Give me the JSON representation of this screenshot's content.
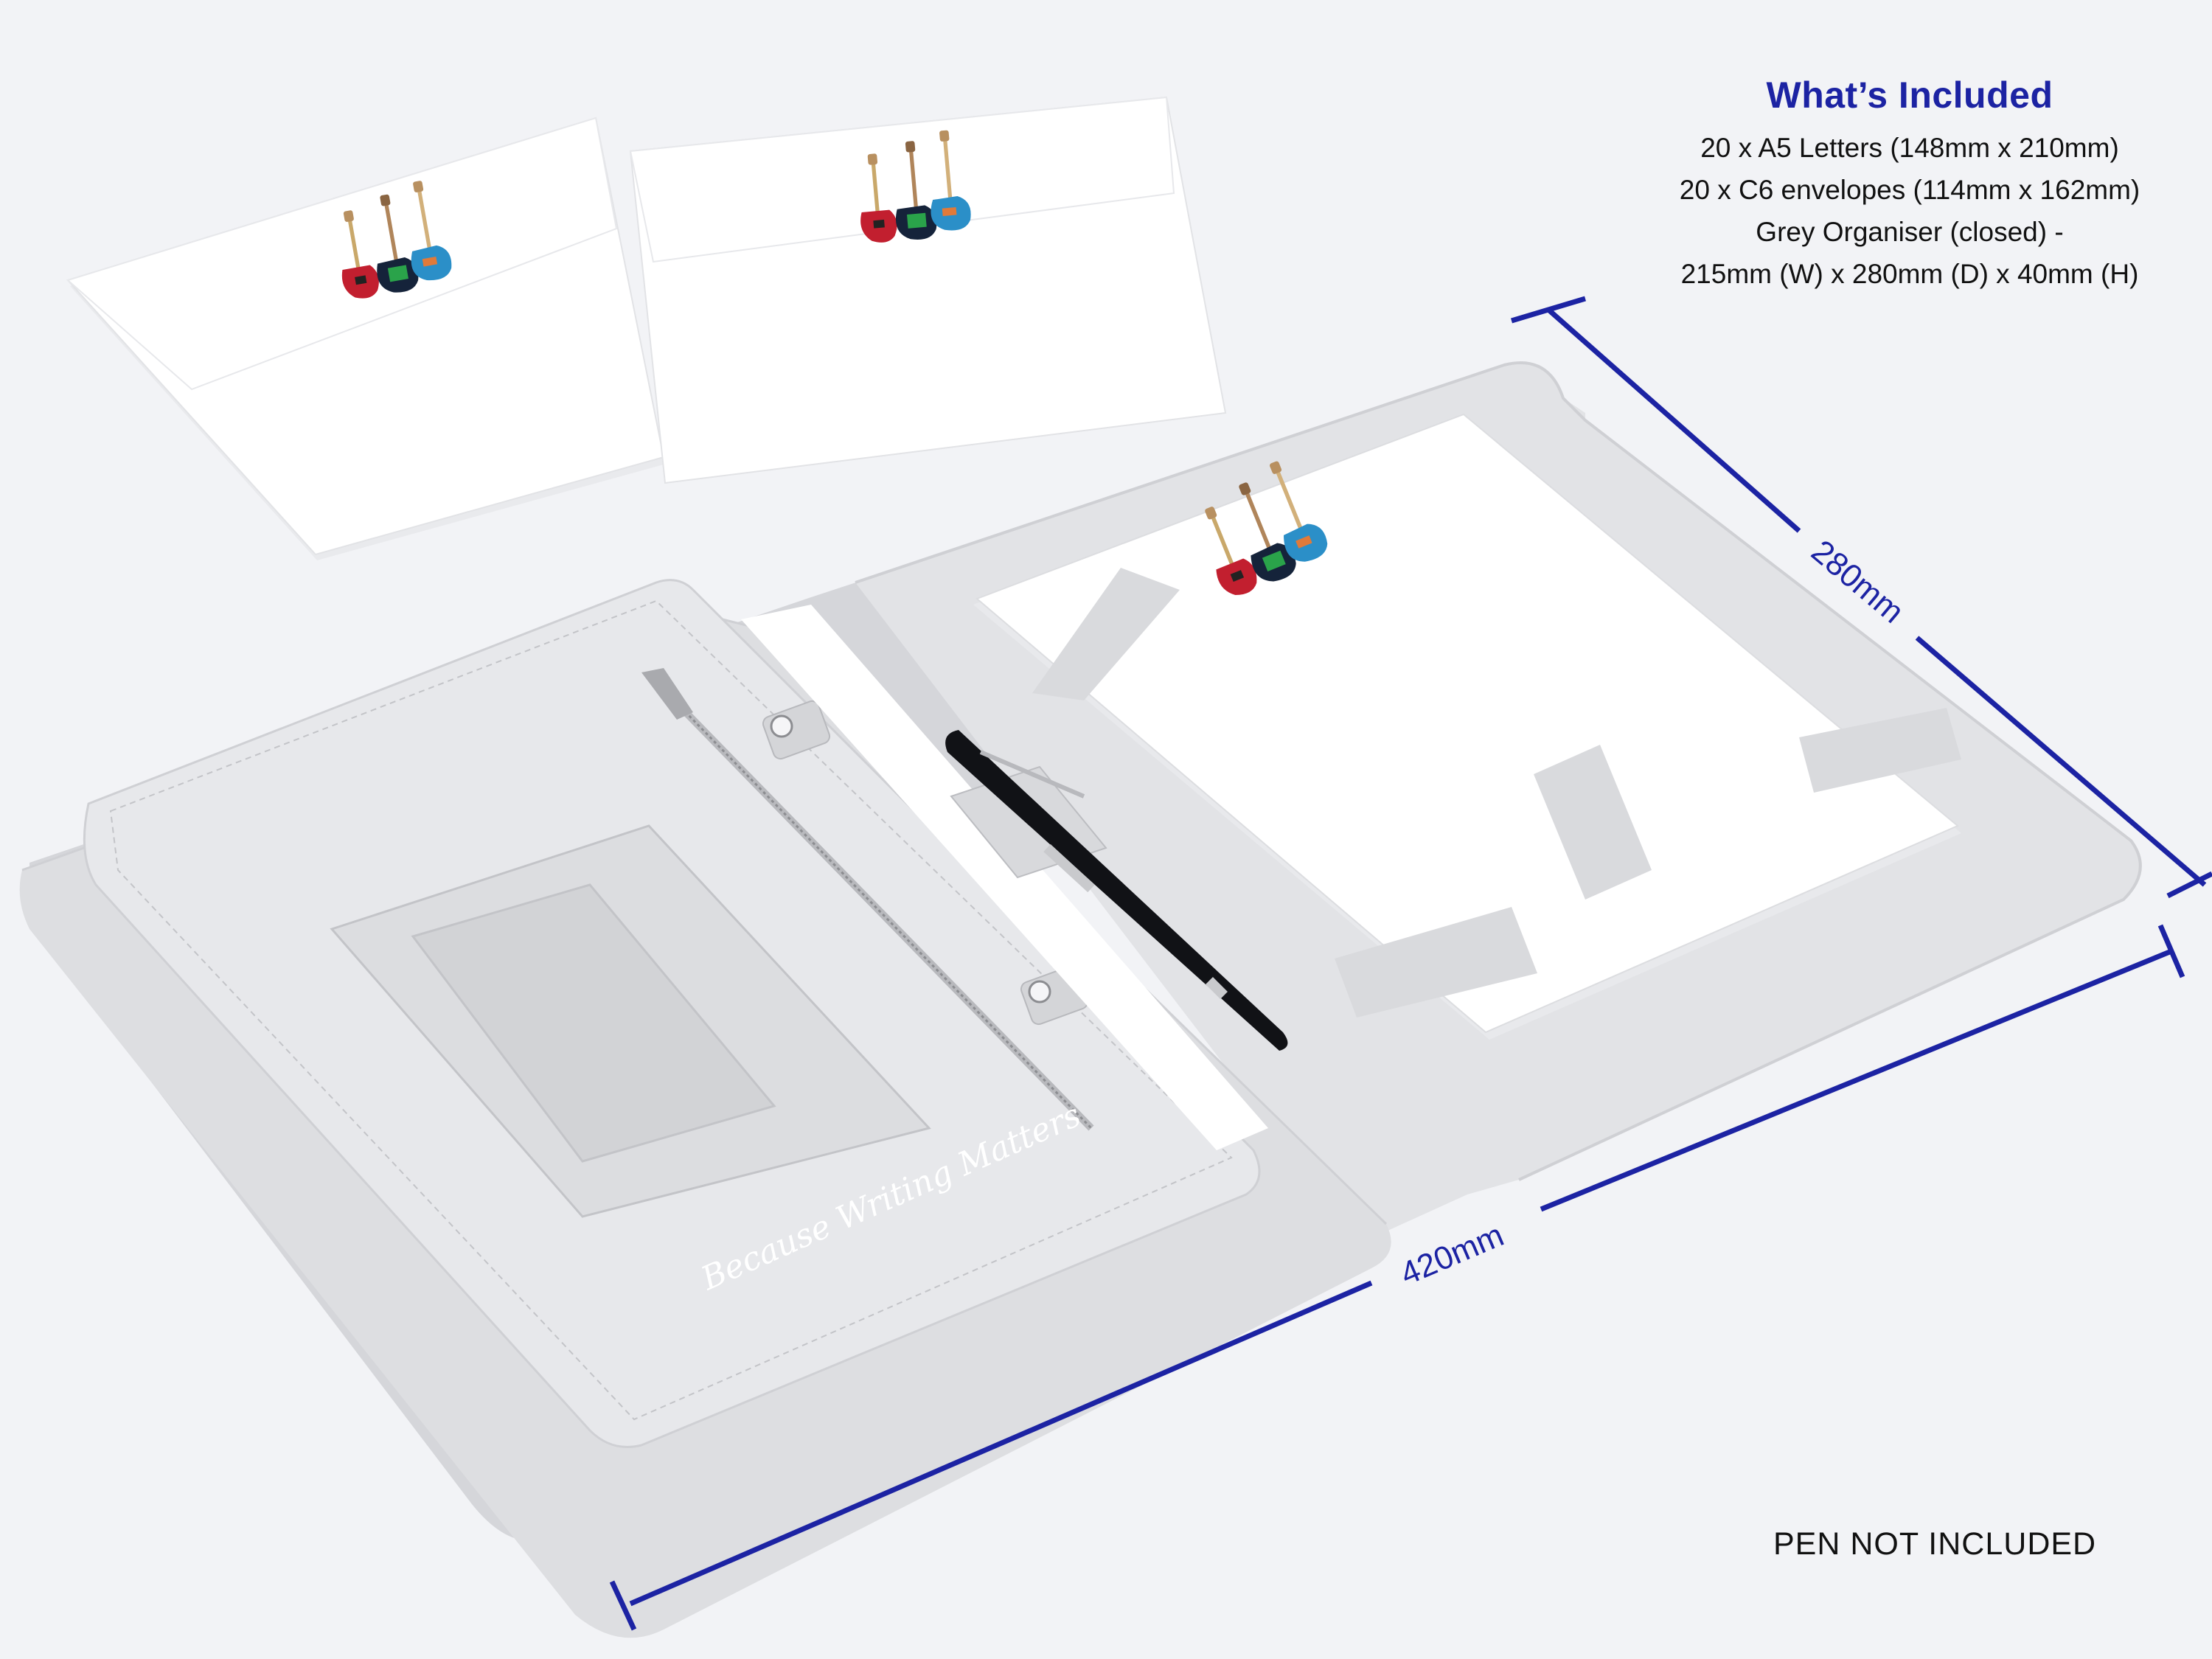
{
  "included": {
    "title": "What’s Included",
    "lines": [
      "20 x A5 Letters (148mm x 210mm)",
      "20 x C6 envelopes (114mm x 162mm)",
      "Grey Organiser (closed) -",
      "215mm (W) x 280mm (D) x 40mm (H)"
    ]
  },
  "dimensions": {
    "depth": "280mm",
    "width": "420mm"
  },
  "organiser": {
    "embossed_text": "Because Writing Matters"
  },
  "note": "PEN NOT INCLUDED",
  "colors": {
    "accent": "#1c23a3",
    "organiser_grey": "#e1e2e5",
    "guitar_red": "#c21f2f",
    "guitar_green": "#2aa34a",
    "guitar_blue": "#2b8fc8"
  },
  "icons": [
    "guitar-icon",
    "pen-icon",
    "zipper-icon",
    "snap-button-icon"
  ]
}
